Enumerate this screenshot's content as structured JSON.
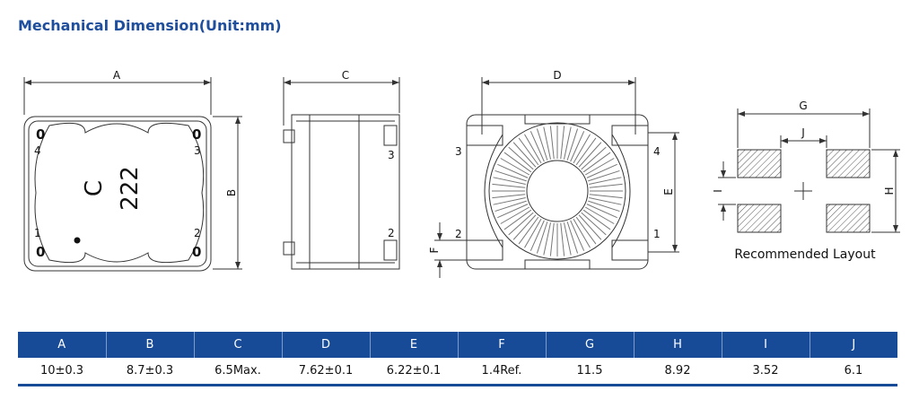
{
  "title": "Mechanical Dimension(Unit:mm)",
  "drawing": {
    "labels": {
      "A": "A",
      "B": "B",
      "C": "C",
      "D": "D",
      "E": "E",
      "F": "F",
      "G": "G",
      "H": "H",
      "I": "I",
      "J": "J"
    },
    "marking": {
      "line1": "C",
      "line2": "222"
    },
    "pins": {
      "p1": "1",
      "p2": "2",
      "p3": "3",
      "p4": "4"
    },
    "layout_caption": "Recommended Layout"
  },
  "table": {
    "headers": [
      "A",
      "B",
      "C",
      "D",
      "E",
      "F",
      "G",
      "H",
      "I",
      "J"
    ],
    "values": [
      "10±0.3",
      "8.7±0.3",
      "6.5Max.",
      "7.62±0.1",
      "6.22±0.1",
      "1.4Ref.",
      "11.5",
      "8.92",
      "3.52",
      "6.1"
    ]
  },
  "colors": {
    "accent": "#174a97",
    "title": "#1f4e9c"
  }
}
